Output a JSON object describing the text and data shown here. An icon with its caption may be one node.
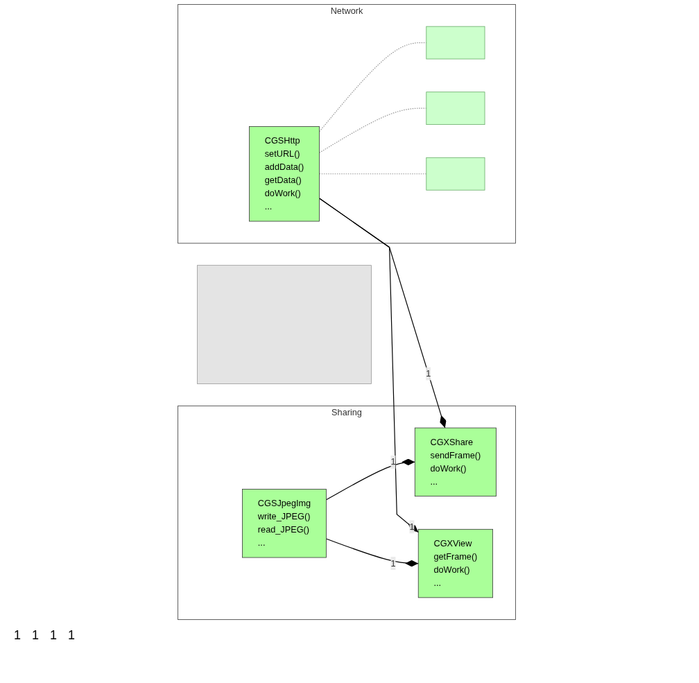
{
  "diagram": {
    "nodes": [
      {
        "text": [
          "Network"
        ]
      },
      {
        "text": [
          "CGSHttp",
          "setURL()",
          "addData()",
          "getData()",
          "doWork()",
          "..."
        ],
        "in": 0
      },
      {
        "text": [
          "Sharing"
        ]
      },
      {
        "text": [
          "CGXShare",
          "sendFrame()",
          "doWork()",
          "..."
        ],
        "in": 2
      },
      {
        "text": [
          "CGSJpegImg",
          "write_JPEG()",
          "read_JPEG()",
          "..."
        ],
        "in": 2
      },
      {
        "text": [
          "CGXView",
          "getFrame()",
          "doWork()",
          "..."
        ],
        "in": 2
      },
      {
        "text": [],
        "shape": "box"
      },
      {
        "text": [],
        "shape": "box",
        "in": 0
      },
      {
        "text": [],
        "shape": "box",
        "in": 0
      },
      {
        "text": [],
        "shape": "box",
        "in": 0
      }
    ],
    "edges": [
      {
        "from": 1,
        "to": 3,
        "arrow": "other",
        "label": "1"
      },
      {
        "from": 1,
        "to": 5,
        "arrow": "other",
        "label": "1"
      },
      {
        "from": 4,
        "to": 3,
        "arrow": "other",
        "label": "1"
      },
      {
        "from": 4,
        "to": 5,
        "arrow": "other",
        "label": "1"
      },
      {
        "from": 1,
        "to": 7,
        "arrow": "none",
        "style": "dashed",
        "color": "#999999"
      },
      {
        "from": 1,
        "to": 8,
        "arrow": "none",
        "style": "dashed",
        "color": "#999999"
      },
      {
        "from": 1,
        "to": 9,
        "arrow": "none",
        "style": "dashed",
        "color": "#999999"
      }
    ],
    "labels": [
      "1",
      "1",
      "1",
      "1"
    ]
  }
}
